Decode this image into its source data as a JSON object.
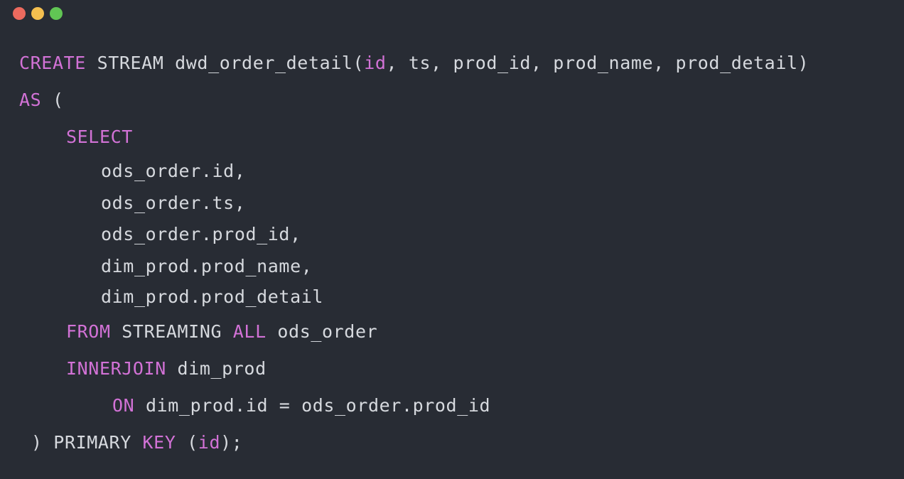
{
  "window": {
    "buttons": [
      {
        "name": "close",
        "color": "#ec6a5e"
      },
      {
        "name": "minimize",
        "color": "#f4bf4f"
      },
      {
        "name": "zoom",
        "color": "#61c554"
      }
    ]
  },
  "colors": {
    "background": "#282c34",
    "text": "#d6d9de",
    "keyword": "#d272d6"
  },
  "code": {
    "l1": {
      "kw": "CREATE",
      "rest1": " STREAM dwd_order_detail(",
      "kw2": "id",
      "rest2": ", ts, prod_id, prod_name, prod_detail)"
    },
    "l2": {
      "kw": "AS",
      "rest": " ("
    },
    "l3": {
      "kw": "SELECT"
    },
    "l4": {
      "text": "ods_order.id,"
    },
    "l5": {
      "text": "ods_order.ts,"
    },
    "l6": {
      "text": "ods_order.prod_id,"
    },
    "l7": {
      "text": "dim_prod.prod_name,"
    },
    "l8": {
      "text": "dim_prod.prod_detail"
    },
    "l9": {
      "kw": "FROM",
      "rest1": " STREAMING ",
      "kw2": "ALL",
      "rest2": " ods_order"
    },
    "l10": {
      "kw": "INNERJOIN",
      "rest": " dim_prod"
    },
    "l11": {
      "kw": "ON",
      "rest": " dim_prod.id = ods_order.prod_id"
    },
    "l12": {
      "pre": ") PRIMARY ",
      "kw": "KEY",
      "mid": " (",
      "kw2": "id",
      "post": ");"
    }
  }
}
